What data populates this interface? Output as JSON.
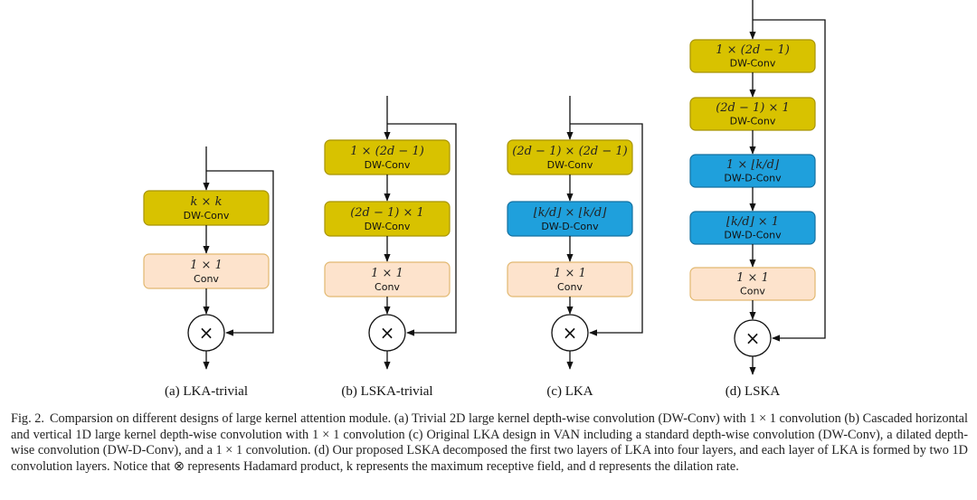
{
  "figure": {
    "panels": [
      {
        "id": "a",
        "label": "(a) LKA-trivial",
        "blocks": [
          {
            "kind": "dw",
            "line1": "k × k",
            "line2": "DW-Conv"
          },
          {
            "kind": "pw",
            "line1": "1 × 1",
            "line2": "Conv"
          }
        ],
        "product_symbol": "×"
      },
      {
        "id": "b",
        "label": "(b) LSKA-trivial",
        "blocks": [
          {
            "kind": "dw",
            "line1": "1 × (2d − 1)",
            "line2": "DW-Conv"
          },
          {
            "kind": "dw",
            "line1": "(2d − 1) × 1",
            "line2": "DW-Conv"
          },
          {
            "kind": "pw",
            "line1": "1 × 1",
            "line2": "Conv"
          }
        ],
        "product_symbol": "×"
      },
      {
        "id": "c",
        "label": "(c) LKA",
        "blocks": [
          {
            "kind": "dw",
            "line1": "(2d − 1) × (2d − 1)",
            "line2": "DW-Conv"
          },
          {
            "kind": "dwd",
            "line1": "⌊k/d⌋ × ⌊k/d⌋",
            "line2": "DW-D-Conv"
          },
          {
            "kind": "pw",
            "line1": "1 × 1",
            "line2": "Conv"
          }
        ],
        "product_symbol": "×"
      },
      {
        "id": "d",
        "label": "(d) LSKA",
        "blocks": [
          {
            "kind": "dw",
            "line1": "1 × (2d − 1)",
            "line2": "DW-Conv"
          },
          {
            "kind": "dw",
            "line1": "(2d − 1) × 1",
            "line2": "DW-Conv"
          },
          {
            "kind": "dwd",
            "line1": "1 × ⌊k/d⌋",
            "line2": "DW-D-Conv"
          },
          {
            "kind": "dwd",
            "line1": "⌊k/d⌋ × 1",
            "line2": "DW-D-Conv"
          },
          {
            "kind": "pw",
            "line1": "1 × 1",
            "line2": "Conv"
          }
        ],
        "product_symbol": "×"
      }
    ],
    "colors": {
      "dw_fill": "#d8c200",
      "dw_stroke": "#a89400",
      "dwd_fill": "#1fa0dc",
      "dwd_stroke": "#1470a0",
      "pw_fill": "#fde3cc",
      "pw_stroke": "#e2b870",
      "line": "#111111"
    }
  },
  "caption": {
    "figure_number": "Fig. 2.",
    "text": "Comparsion on different designs of large kernel attention module. (a) Trivial 2D large kernel depth-wise convolution (DW-Conv) with 1 × 1 convolution (b) Cascaded horizontal and vertical 1D large kernel depth-wise convolution with 1 × 1 convolution (c) Original LKA design in VAN including a standard depth-wise convolution (DW-Conv), a dilated depth-wise convolution (DW-D-Conv), and a 1 × 1 convolution. (d) Our proposed LSKA decomposed the first two layers of LKA into four layers, and each layer of LKA is formed by two 1D convolution layers. Notice that ⊗ represents Hadamard product, k represents the maximum receptive field, and d represents the dilation rate."
  }
}
